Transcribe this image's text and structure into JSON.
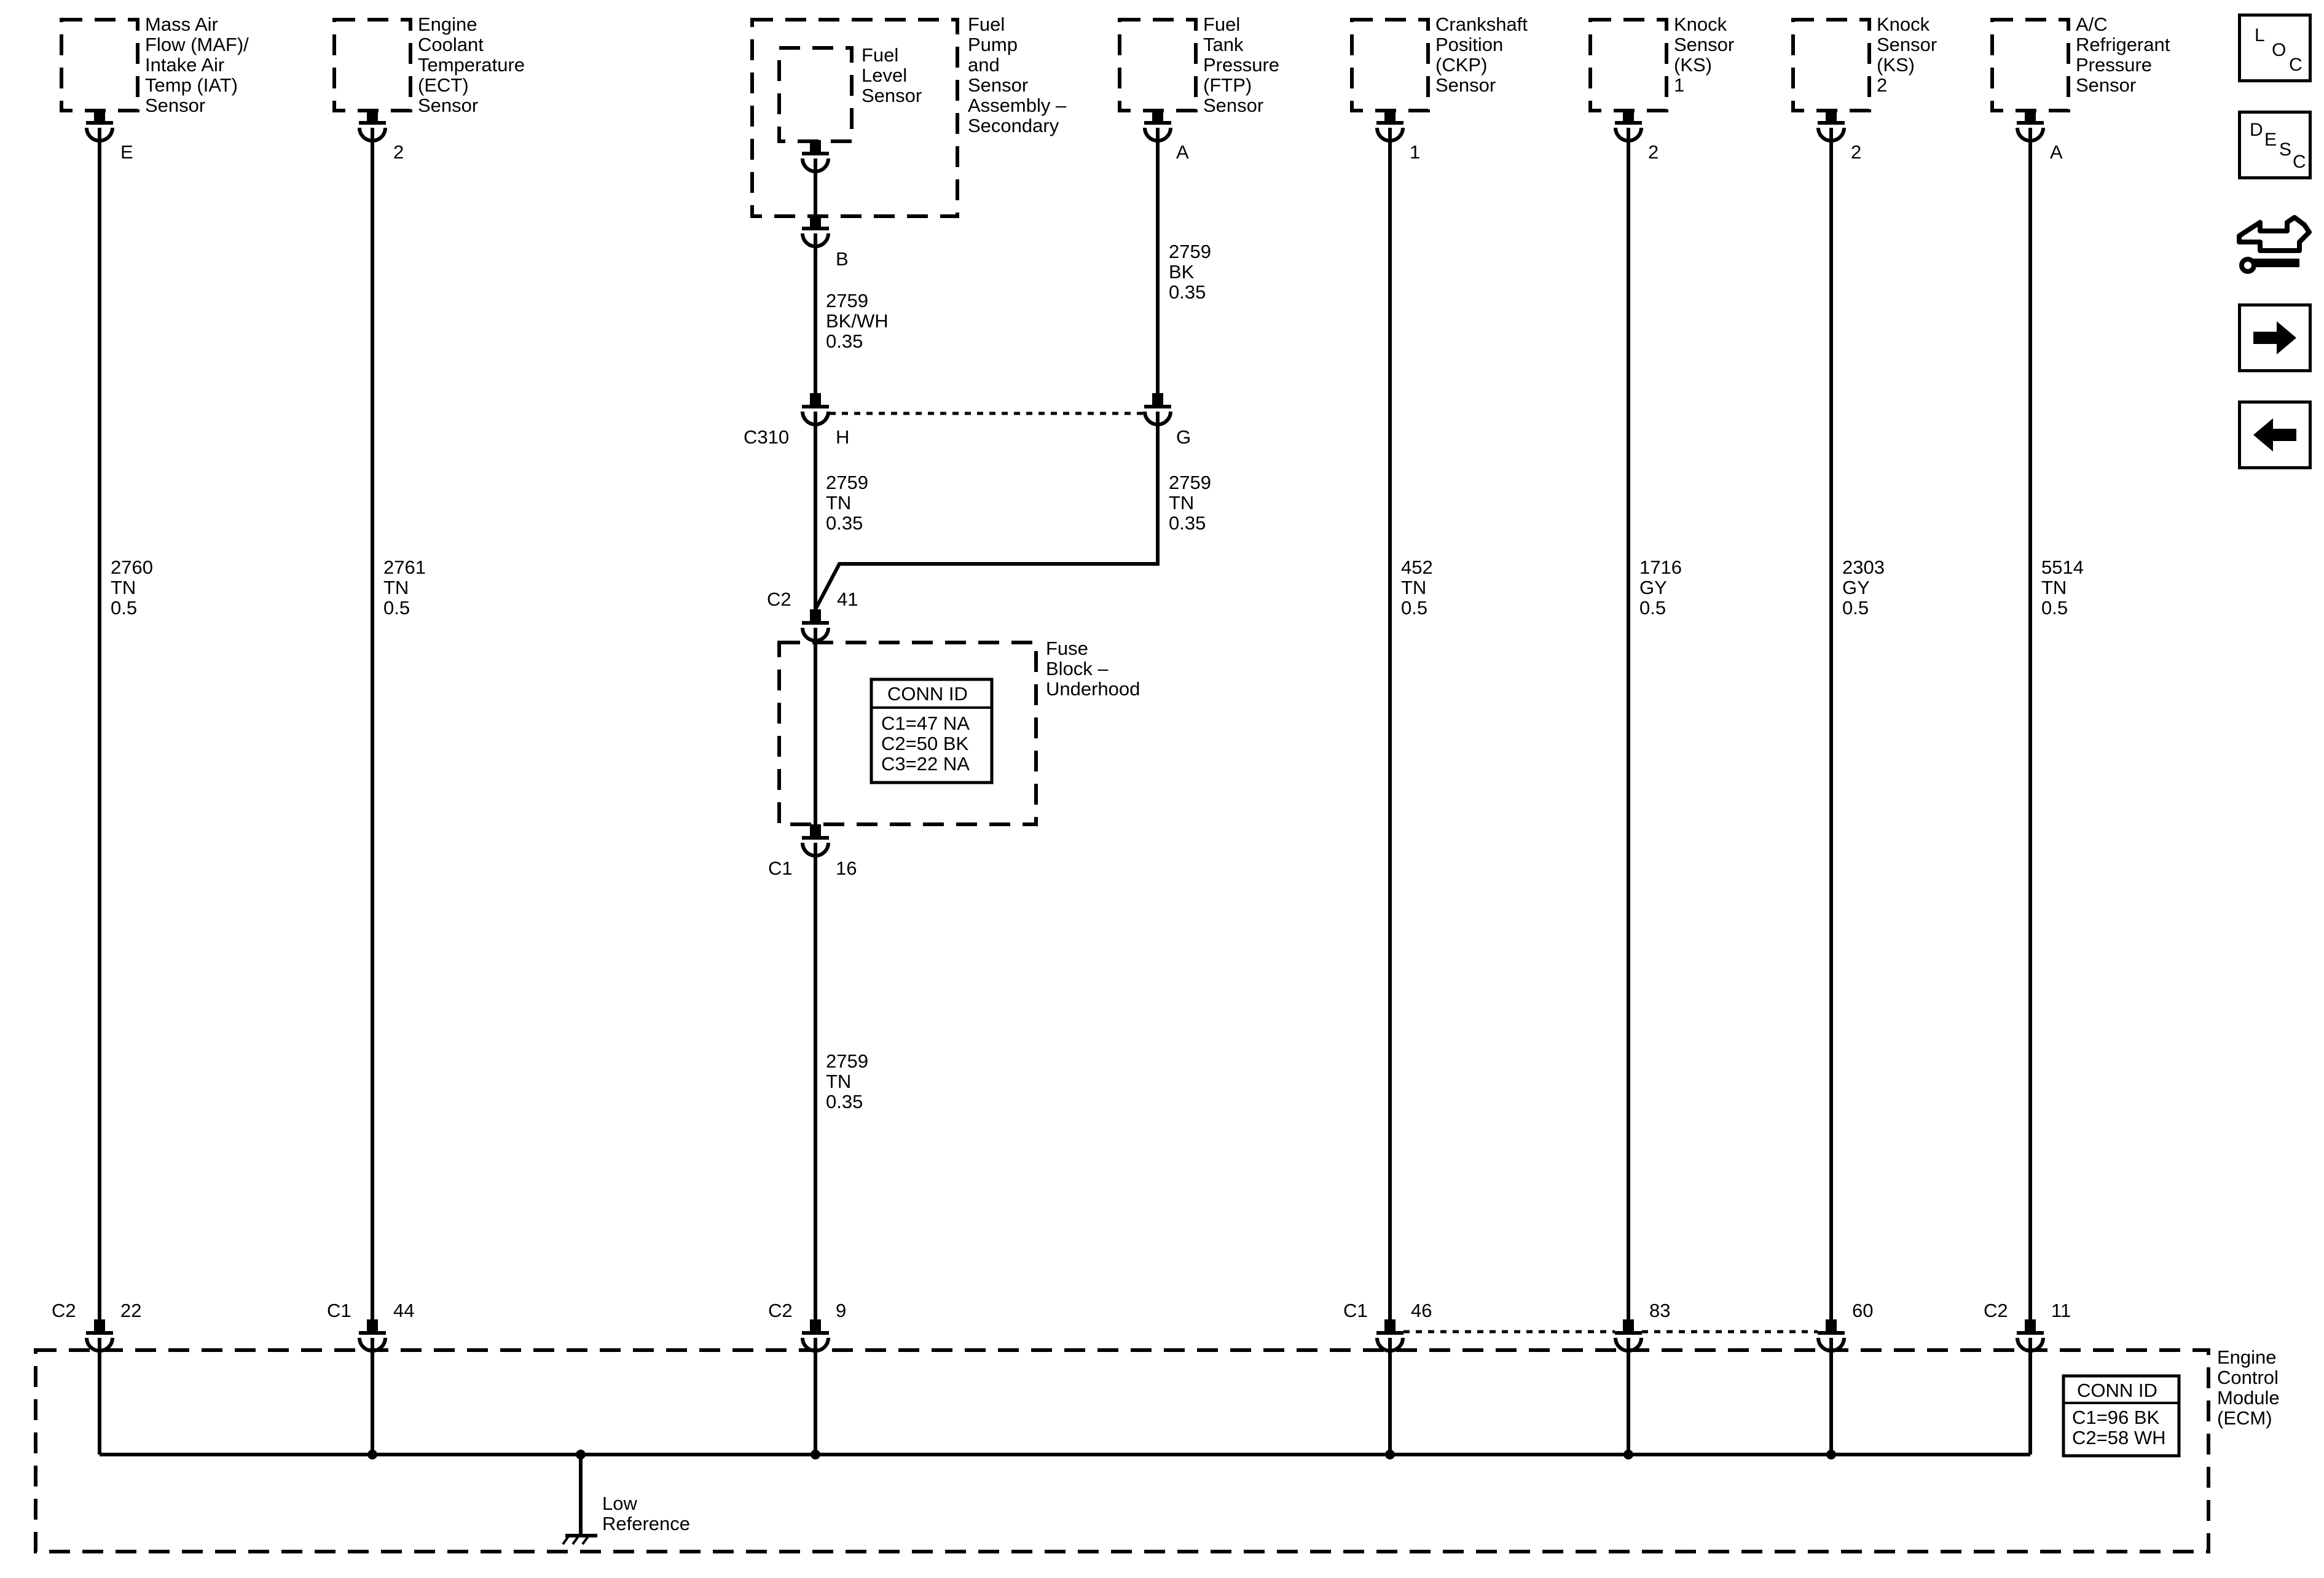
{
  "components": {
    "maf_iat": [
      "Mass Air",
      "Flow (MAF)/",
      "Intake Air",
      "Temp (IAT)",
      "Sensor"
    ],
    "ect": [
      "Engine",
      "Coolant",
      "Temperature",
      "(ECT)",
      "Sensor"
    ],
    "fuel_pump": [
      "Fuel",
      "Pump",
      "and",
      "Sensor",
      "Assembly –",
      "Secondary"
    ],
    "fuel_level": [
      "Fuel",
      "Level",
      "Sensor"
    ],
    "ftp": [
      "Fuel",
      "Tank",
      "Pressure",
      "(FTP)",
      "Sensor"
    ],
    "ckp": [
      "Crankshaft",
      "Position",
      "(CKP)",
      "Sensor"
    ],
    "ks1": [
      "Knock",
      "Sensor",
      "(KS)",
      "1"
    ],
    "ks2": [
      "Knock",
      "Sensor",
      "(KS)",
      "2"
    ],
    "ac_pressure": [
      "A/C",
      "Refrigerant",
      "Pressure",
      "Sensor"
    ],
    "fuse_block": [
      "Fuse",
      "Block –",
      "Underhood"
    ],
    "ecm": [
      "Engine",
      "Control",
      "Module",
      "(ECM)"
    ]
  },
  "pins": {
    "maf_top": "E",
    "ect_top": "2",
    "fp_b": "B",
    "ftp_top": "A",
    "ckp_top": "1",
    "ks1_top": "2",
    "ks2_top": "2",
    "ac_top": "A",
    "c310_h": "H",
    "c310_g": "G",
    "fb_c2_pin": "41",
    "fb_c1_pin": "16"
  },
  "connectors": {
    "c310": "C310",
    "fb_c2": "C2",
    "fb_c1": "C1"
  },
  "wires": {
    "maf": [
      "2760",
      "TN",
      "0.5"
    ],
    "ect": [
      "2761",
      "TN",
      "0.5"
    ],
    "fp_upper": [
      "2759",
      "BK/WH",
      "0.35"
    ],
    "ftp_upper": [
      "2759",
      "BK",
      "0.35"
    ],
    "fp_mid": [
      "2759",
      "TN",
      "0.35"
    ],
    "ftp_mid": [
      "2759",
      "TN",
      "0.35"
    ],
    "fp_lower": [
      "2759",
      "TN",
      "0.35"
    ],
    "ckp": [
      "452",
      "TN",
      "0.5"
    ],
    "ks1": [
      "1716",
      "GY",
      "0.5"
    ],
    "ks2": [
      "2303",
      "GY",
      "0.5"
    ],
    "ac": [
      "5514",
      "TN",
      "0.5"
    ]
  },
  "ecm_pins": [
    {
      "conn": "C2",
      "pin": "22"
    },
    {
      "conn": "C1",
      "pin": "44"
    },
    {
      "conn": "C2",
      "pin": "9"
    },
    {
      "conn": "C1",
      "pin": "46"
    },
    {
      "conn": "",
      "pin": "83"
    },
    {
      "conn": "",
      "pin": "60"
    },
    {
      "conn": "C2",
      "pin": "11"
    }
  ],
  "conn_id_fuse": {
    "title": "CONN ID",
    "lines": [
      "C1=47 NA",
      "C2=50 BK",
      "C3=22 NA"
    ]
  },
  "conn_id_ecm": {
    "title": "CONN ID",
    "lines": [
      "C1=96 BK",
      "C2=58 WH"
    ]
  },
  "ground": [
    "Low",
    "Reference"
  ],
  "side_buttons": {
    "loc": [
      "L",
      "O",
      "C"
    ],
    "desc": [
      "D",
      "E",
      "S",
      "C"
    ]
  },
  "icons": [
    "schematic-tool-icon",
    "forward-arrow-icon",
    "back-arrow-icon"
  ]
}
